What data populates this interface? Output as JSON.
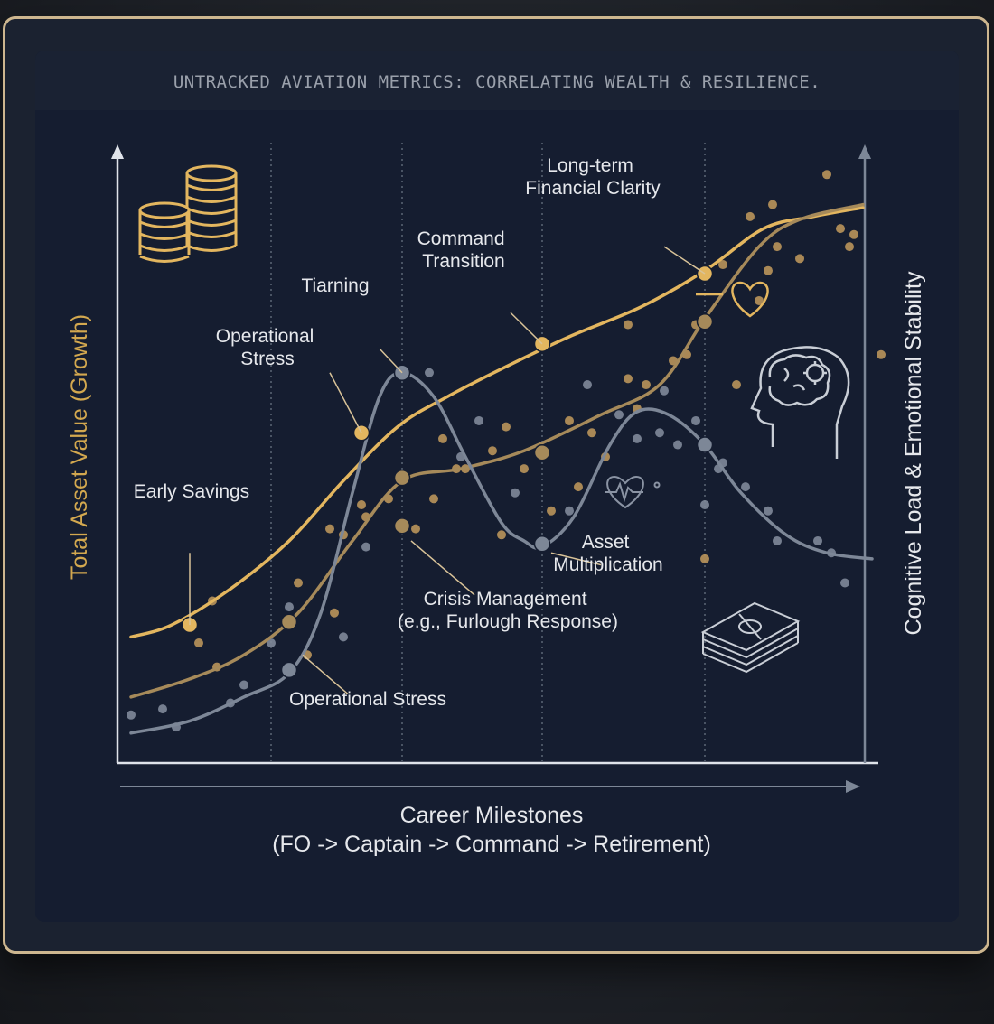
{
  "title": "UNTRACKED AVIATION METRICS: CORRELATING WEALTH & RESILIENCE.",
  "colors": {
    "asset": "#e3b65f",
    "asset_secondary": "#a68a5a",
    "cognitive": "#7d8797",
    "frame_border": "#cdb68f",
    "panel": "#151d30"
  },
  "icons": [
    "coins-stack-icon",
    "heart-icon",
    "brain-head-icon",
    "heartbeat-icon",
    "cash-stack-icon"
  ],
  "chart_data": {
    "type": "line",
    "xlabel": "Career Milestones",
    "xlabel_sub": "(FO -> Captain -> Command -> Retirement)",
    "ylabel_left": "Total Asset Value (Growth)",
    "ylabel_right": "Cognitive Load & Emotional Stability",
    "grid": "vertical dotted milestone lines",
    "milestones_x": [
      3.4,
      6.3,
      9.4,
      13.0
    ],
    "series": [
      {
        "key": "asset_upper",
        "color": "#e3b65f",
        "points": [
          [
            0.3,
            21
          ],
          [
            1.2,
            23
          ],
          [
            2.5,
            29
          ],
          [
            3.8,
            37
          ],
          [
            5.0,
            47
          ],
          [
            6.2,
            56
          ],
          [
            7.3,
            61
          ],
          [
            8.6,
            66
          ],
          [
            10.0,
            71
          ],
          [
            11.6,
            76
          ],
          [
            13.0,
            82
          ],
          [
            14.3,
            89
          ],
          [
            15.4,
            91
          ],
          [
            16.5,
            92.5
          ]
        ],
        "markers": [
          [
            1.6,
            23
          ],
          [
            5.4,
            55
          ],
          [
            9.4,
            69.8
          ],
          [
            13.0,
            81.5
          ]
        ]
      },
      {
        "key": "asset_lower",
        "color": "#a68a5a",
        "points": [
          [
            0.3,
            11
          ],
          [
            1.6,
            14
          ],
          [
            2.8,
            18
          ],
          [
            4.0,
            25
          ],
          [
            5.2,
            37
          ],
          [
            6.3,
            47
          ],
          [
            7.6,
            49
          ],
          [
            9.0,
            52
          ],
          [
            10.7,
            58
          ],
          [
            12.0,
            63
          ],
          [
            13.0,
            74
          ],
          [
            14.2,
            86
          ],
          [
            15.1,
            90.5
          ],
          [
            16.5,
            93
          ]
        ],
        "markers": [
          [
            3.8,
            23.5
          ],
          [
            6.3,
            47.5
          ],
          [
            9.4,
            51.7
          ],
          [
            13.0,
            73.5
          ],
          [
            6.3,
            39.5
          ]
        ]
      },
      {
        "key": "cognitive",
        "color": "#7d8797",
        "points": [
          [
            0.3,
            5
          ],
          [
            1.6,
            7
          ],
          [
            2.8,
            11
          ],
          [
            3.8,
            15
          ],
          [
            4.5,
            25
          ],
          [
            5.2,
            45
          ],
          [
            5.8,
            61
          ],
          [
            6.3,
            65
          ],
          [
            7.0,
            61
          ],
          [
            7.7,
            51
          ],
          [
            8.5,
            40
          ],
          [
            9.0,
            37
          ],
          [
            9.4,
            36
          ],
          [
            10.1,
            41
          ],
          [
            10.9,
            53
          ],
          [
            11.5,
            58.5
          ],
          [
            12.2,
            58
          ],
          [
            13.0,
            53
          ],
          [
            13.8,
            45
          ],
          [
            14.8,
            38
          ],
          [
            15.7,
            35
          ],
          [
            16.7,
            34
          ]
        ],
        "markers": [
          [
            3.8,
            15.5
          ],
          [
            6.3,
            65
          ],
          [
            9.4,
            36.5
          ],
          [
            13.0,
            53
          ]
        ]
      }
    ],
    "scatter_gold": [
      [
        2.1,
        27
      ],
      [
        1.8,
        20
      ],
      [
        2.2,
        16
      ],
      [
        4.0,
        30
      ],
      [
        4.8,
        25
      ],
      [
        5.4,
        43
      ],
      [
        6.0,
        44
      ],
      [
        7.0,
        44
      ],
      [
        7.7,
        49
      ],
      [
        8.5,
        38
      ],
      [
        9.6,
        42
      ],
      [
        10.2,
        46
      ],
      [
        10.5,
        55
      ],
      [
        11.5,
        59
      ],
      [
        11.7,
        63
      ],
      [
        12.3,
        67
      ],
      [
        12.6,
        68
      ],
      [
        13.4,
        83
      ],
      [
        14.0,
        91
      ],
      [
        14.4,
        82
      ],
      [
        14.6,
        86
      ],
      [
        15.1,
        84
      ],
      [
        15.7,
        98
      ],
      [
        16.0,
        89
      ],
      [
        16.3,
        88
      ],
      [
        13.0,
        34
      ],
      [
        6.6,
        39
      ],
      [
        7.5,
        49
      ],
      [
        8.3,
        52
      ],
      [
        9.4,
        37
      ],
      [
        10.0,
        57
      ],
      [
        11.3,
        64
      ],
      [
        12.8,
        73
      ],
      [
        14.5,
        93
      ],
      [
        11.3,
        73
      ],
      [
        10.8,
        51
      ],
      [
        4.7,
        39
      ],
      [
        5.0,
        38
      ],
      [
        13.7,
        63
      ],
      [
        14.2,
        77
      ],
      [
        8.6,
        56
      ],
      [
        5.5,
        41
      ],
      [
        9.0,
        49
      ],
      [
        16.2,
        86
      ],
      [
        16.9,
        68
      ],
      [
        7.2,
        54
      ],
      [
        4.2,
        18
      ]
    ],
    "scatter_blue": [
      [
        0.3,
        8
      ],
      [
        1.0,
        9
      ],
      [
        1.3,
        6
      ],
      [
        2.5,
        10
      ],
      [
        2.8,
        13
      ],
      [
        3.4,
        20
      ],
      [
        3.8,
        26
      ],
      [
        5.0,
        21
      ],
      [
        5.5,
        36
      ],
      [
        6.9,
        65
      ],
      [
        7.6,
        51
      ],
      [
        8.0,
        57
      ],
      [
        8.8,
        45
      ],
      [
        10.4,
        63
      ],
      [
        11.1,
        58
      ],
      [
        11.5,
        54
      ],
      [
        12.1,
        62
      ],
      [
        12.8,
        57
      ],
      [
        13.3,
        49
      ],
      [
        13.4,
        50
      ],
      [
        13.9,
        46
      ],
      [
        14.4,
        42
      ],
      [
        14.6,
        37
      ],
      [
        15.5,
        37
      ],
      [
        15.8,
        35
      ],
      [
        16.1,
        30
      ],
      [
        13.0,
        43
      ],
      [
        10.0,
        42
      ],
      [
        12.4,
        53
      ],
      [
        12.0,
        55
      ]
    ]
  },
  "annotations": [
    {
      "key": "early_savings",
      "lines": [
        "Early Savings"
      ],
      "line_from": [
        1.6,
        23
      ],
      "line_to": [
        1.6,
        35
      ]
    },
    {
      "key": "operational_stress_top",
      "lines": [
        "Operational",
        "Stress"
      ],
      "line_from": [
        5.4,
        55
      ],
      "line_to": [
        4.7,
        65
      ]
    },
    {
      "key": "tiarning",
      "lines": [
        "Tiarning"
      ],
      "line_from": [
        6.3,
        65
      ],
      "line_to": [
        5.8,
        69
      ]
    },
    {
      "key": "command_transition",
      "lines": [
        "Command",
        "Transition"
      ],
      "line_from": [
        9.4,
        69.8
      ],
      "line_to": [
        8.7,
        75
      ]
    },
    {
      "key": "long_term",
      "lines": [
        "Long-term",
        "Financial Clarity"
      ],
      "line_from": [
        13.0,
        81.5
      ],
      "line_to": [
        12.1,
        86
      ]
    },
    {
      "key": "asset_multiplication",
      "lines": [
        "Asset",
        "Multiplication"
      ],
      "line_from": [
        9.6,
        35
      ],
      "line_to": [
        10.7,
        33
      ]
    },
    {
      "key": "crisis_management",
      "lines": [
        "Crisis Management",
        "(e.g., Furlough Response)"
      ],
      "line_from": [
        6.5,
        37
      ],
      "line_to": [
        7.9,
        28
      ]
    },
    {
      "key": "operational_stress_low",
      "lines": [
        "Operational Stress"
      ],
      "line_from": [
        4.1,
        18
      ],
      "line_to": [
        5.1,
        11.5
      ]
    }
  ]
}
